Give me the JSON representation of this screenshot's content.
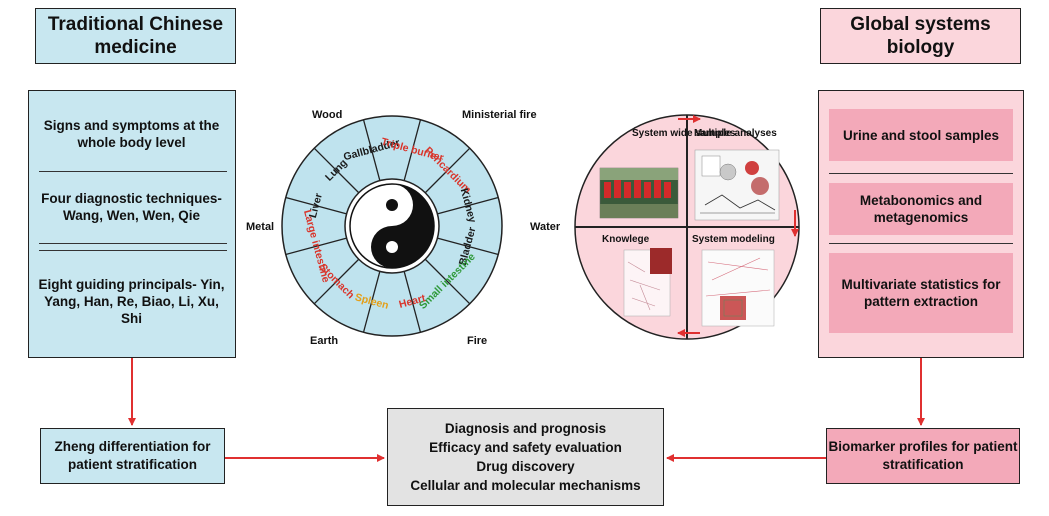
{
  "tcm": {
    "title": "Traditional Chinese medicine",
    "items": [
      "Signs and symptoms at the whole body level",
      "Four diagnostic techniques- Wang, Wen, Wen, Qie",
      "Eight guiding principals- Yin, Yang, Han, Re, Biao, Li, Xu, Shi"
    ],
    "output": "Zheng differentiation for patient stratification"
  },
  "gsb": {
    "title": "Global systems biology",
    "items": [
      "Urine and stool samples",
      "Metabonomics and metagenomics",
      "Multivariate statistics for pattern extraction"
    ],
    "output": "Biomarker profiles for patient stratification"
  },
  "center": {
    "lines": [
      "Diagnosis and prognosis",
      "Efficacy and safety evaluation",
      "Drug discovery",
      "Cellular and molecular mechanisms"
    ]
  },
  "wheel": {
    "elements": {
      "wood": "Wood",
      "fire_min": "Ministerial fire",
      "water": "Water",
      "fire": "Fire",
      "earth": "Earth",
      "metal": "Metal"
    },
    "organs": [
      {
        "name": "Gallbladder",
        "color": "#1a1a1a"
      },
      {
        "name": "Triple burner",
        "color": "#d9352b"
      },
      {
        "name": "Pericardium",
        "color": "#d9352b"
      },
      {
        "name": "Kidney",
        "color": "#1a1a1a"
      },
      {
        "name": "Bladder",
        "color": "#1a1a1a"
      },
      {
        "name": "Small intestine",
        "color": "#2f9a3a"
      },
      {
        "name": "Heart",
        "color": "#d9352b"
      },
      {
        "name": "Spleen",
        "color": "#e3a01b"
      },
      {
        "name": "Stomach",
        "color": "#d9352b"
      },
      {
        "name": "Large intestine",
        "color": "#d9352b"
      },
      {
        "name": "Liver",
        "color": "#1a1a1a"
      },
      {
        "name": "Lung",
        "color": "#1a1a1a"
      }
    ]
  },
  "systems": {
    "quadrants": [
      "System wide samples",
      "Multiple analyses",
      "Knowlege",
      "System modeling"
    ]
  },
  "colors": {
    "tcm": "#c8e7f0",
    "gsb_light": "#fbd6dc",
    "gsb_dark": "#f3a9b9",
    "arrow": "#e03030",
    "wheel": "#bfe3ee"
  }
}
